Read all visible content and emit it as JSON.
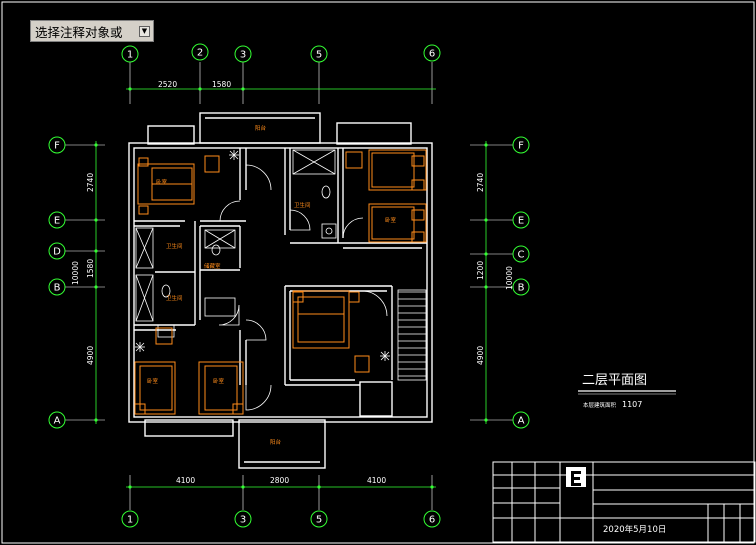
{
  "prompt": {
    "text": "选择注释对象或",
    "dropdown_icon": "chevron-down-icon"
  },
  "grid": {
    "top_bubbles": [
      "1",
      "2",
      "3",
      "5",
      "6"
    ],
    "bottom_bubbles": [
      "1",
      "3",
      "5",
      "6"
    ],
    "left_bubbles": [
      "F",
      "E",
      "D",
      "B",
      "A"
    ],
    "right_bubbles": [
      "F",
      "E",
      "C",
      "B",
      "A"
    ]
  },
  "dimensions": {
    "top": [
      "2520",
      "1580"
    ],
    "bottom": [
      "4100",
      "2800",
      "4100"
    ],
    "left": [
      "2740",
      "1580",
      "4900"
    ],
    "left_total": "10000",
    "right": [
      "2740",
      "1200",
      "4900"
    ],
    "right_total": "10000"
  },
  "rooms": {
    "balcony_top": "阳台",
    "balcony_bottom": "阳台",
    "bedroom": "卧室",
    "bathroom": "卫生间",
    "storage": "储藏室"
  },
  "plan": {
    "title": "二层平面图",
    "area_label": "本层建筑面积",
    "area_value": "1107"
  },
  "title_block": {
    "date": "2020年5月10日"
  },
  "colors": {
    "wall": "#ffffff",
    "furniture": "#ff8c1a",
    "grid_green": "#33ff33",
    "background": "#000000"
  }
}
